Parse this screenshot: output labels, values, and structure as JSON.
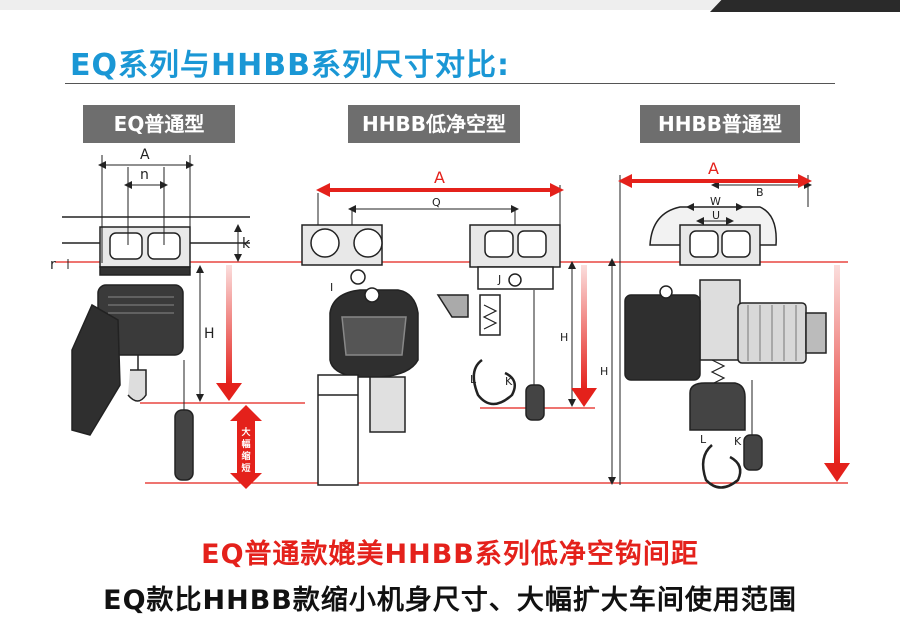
{
  "heading": "EQ系列与HHBB系列尺寸对比:",
  "models": {
    "eq": "EQ普通型",
    "hhbb_low": "HHBB低净空型",
    "hhbb_std": "HHBB普通型"
  },
  "dims": {
    "A": "A",
    "n": "n",
    "k": "k",
    "r": "r",
    "H": "H",
    "Q": "Q",
    "J": "J",
    "I": "I",
    "L": "L",
    "K": "K",
    "B": "B",
    "W": "W",
    "U": "U"
  },
  "badge": [
    "大",
    "幅",
    "缩",
    "短"
  ],
  "caption_red": "EQ普通款媲美HHBB系列低净空钩间距",
  "caption_black": "EQ款比HHBB款缩小机身尺寸、大幅扩大车间使用范围",
  "colors": {
    "heading": "#1a97d5",
    "accent": "#e4211b",
    "label_bg": "#6e6e6e"
  }
}
